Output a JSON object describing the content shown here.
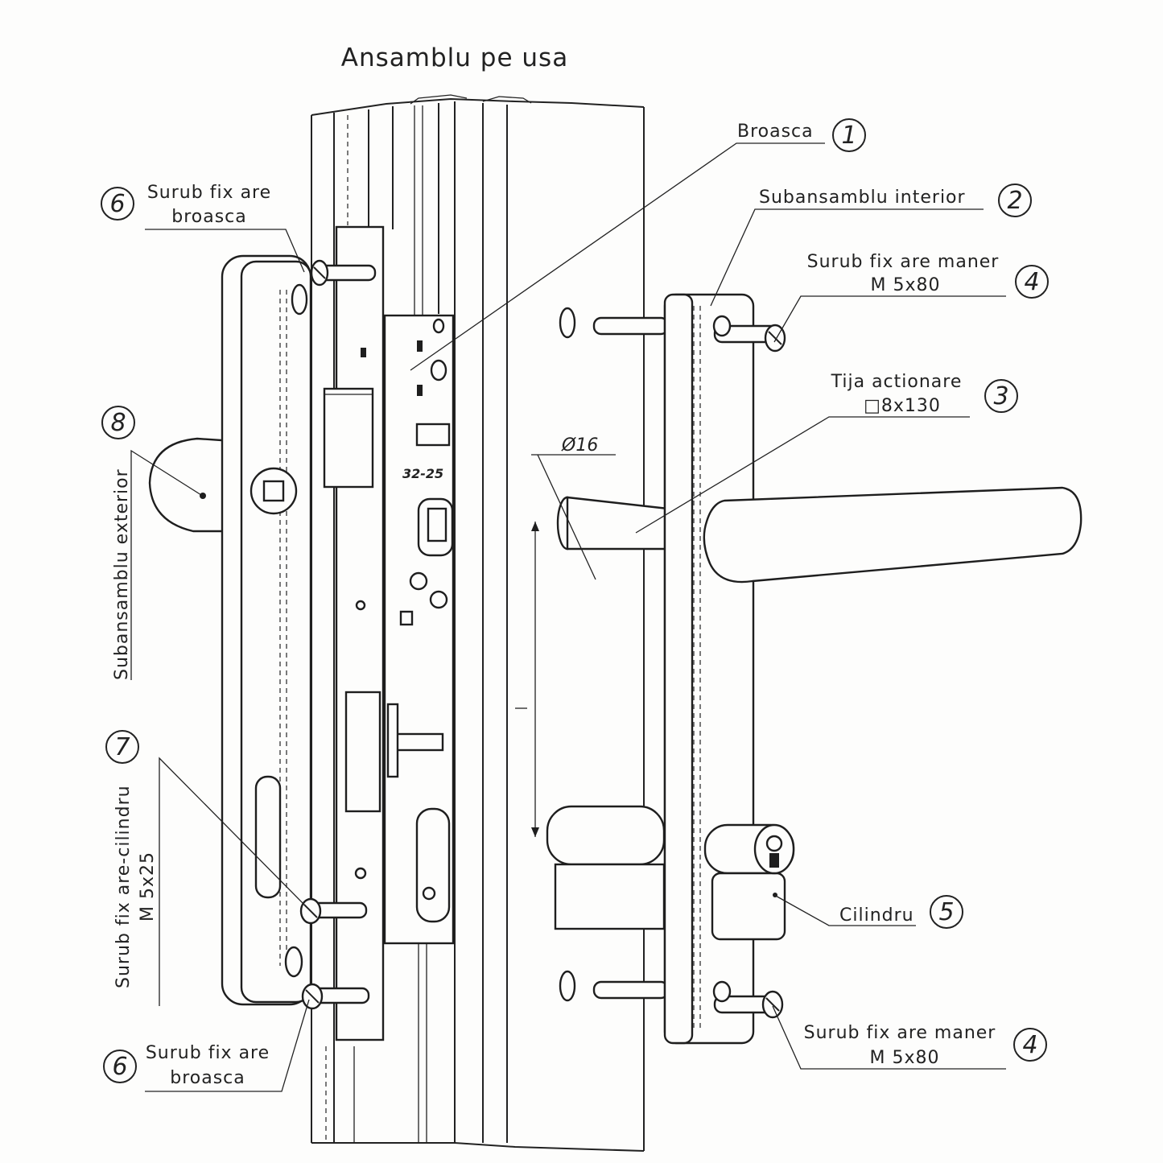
{
  "title": "Ansamblu pe usa",
  "dimension_diameter": "Ø16",
  "profile_marking": "32-25",
  "colors": {
    "ink": "#1e1e1e",
    "paper": "#fdfdfc"
  },
  "callouts": [
    {
      "id": "broasca",
      "number": "1",
      "lines": [
        "Broasca"
      ]
    },
    {
      "id": "subansamblu-interior",
      "number": "2",
      "lines": [
        "Subansamblu interior"
      ]
    },
    {
      "id": "tija-actionare",
      "number": "3",
      "lines": [
        "Tija actionare",
        "□8x130"
      ]
    },
    {
      "id": "surub-maner-top",
      "number": "4",
      "lines": [
        "Surub fix are maner",
        "M 5x80"
      ]
    },
    {
      "id": "cilindru",
      "number": "5",
      "lines": [
        "Cilindru"
      ]
    },
    {
      "id": "surub-broasca-top",
      "number": "6",
      "lines": [
        "Surub fix are",
        "broasca"
      ]
    },
    {
      "id": "surub-cilindru",
      "number": "7",
      "lines": [
        "Surub fix are-cilindru",
        "M 5x25"
      ]
    },
    {
      "id": "subansamblu-exterior",
      "number": "8",
      "lines": [
        "Subansamblu exterior"
      ]
    },
    {
      "id": "surub-maner-bottom",
      "number": "4",
      "lines": [
        "Surub fix are maner",
        "M 5x80"
      ]
    },
    {
      "id": "surub-broasca-bottom",
      "number": "6",
      "lines": [
        "Surub fix are",
        "broasca"
      ]
    }
  ]
}
